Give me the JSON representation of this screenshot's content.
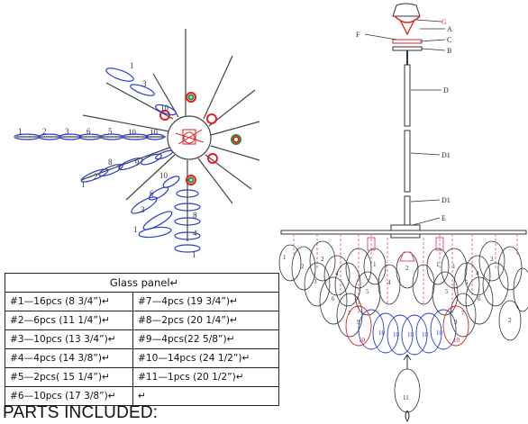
{
  "table": {
    "header": "Glass panel↵",
    "rows": [
      [
        "#1—16pcs (8 3/4”)↵",
        "#7—4pcs (19 3/4”)↵"
      ],
      [
        "#2—6pcs (11 1/4”)↵",
        "#8—2pcs (20 1/4”)↵"
      ],
      [
        "#3—10pcs (13 3/4”)↵",
        "#9—4pcs(22 5/8”)↵"
      ],
      [
        "#4—4pcs (14 3/8”)↵",
        "#10—14pcs (24 1/2”)↵"
      ],
      [
        "#5—2pcs( 15 1/4”)↵",
        "#11—1pcs (20 1/2”)↵"
      ],
      [
        "#6—10pcs (17 3/8”)↵",
        "↵"
      ]
    ]
  },
  "footer_text": "PARTS INCLUDED:",
  "side_labels": {
    "G": "G",
    "A": "A",
    "F": "F",
    "C": "C",
    "B": "B",
    "D": "D",
    "D1a": "D1",
    "D1b": "D1",
    "E": "E"
  },
  "top_view_numbers": {
    "arm_left": [
      "1",
      "2",
      "3",
      "6",
      "5",
      "10",
      "10"
    ],
    "upper": [
      "1",
      "3",
      "10"
    ],
    "lower": [
      "8",
      "2",
      "7",
      "9",
      "1",
      "10",
      "6",
      "3",
      "1",
      "8",
      "4",
      "1"
    ]
  },
  "side_view_numbers": {
    "left": [
      "1",
      "2",
      "3",
      "2",
      "4",
      "6",
      "7",
      "9",
      "10"
    ],
    "center": [
      "1",
      "4",
      "5",
      "5",
      "2",
      "10",
      "10",
      "10",
      "10",
      "10",
      "11"
    ],
    "right": [
      "1",
      "1",
      "3",
      "4",
      "5",
      "6",
      "7",
      "9",
      "2",
      "10"
    ]
  },
  "colors": {
    "line": "#333333",
    "blue": "#2a3bcf",
    "red": "#e02020",
    "pink": "#e0508a"
  }
}
